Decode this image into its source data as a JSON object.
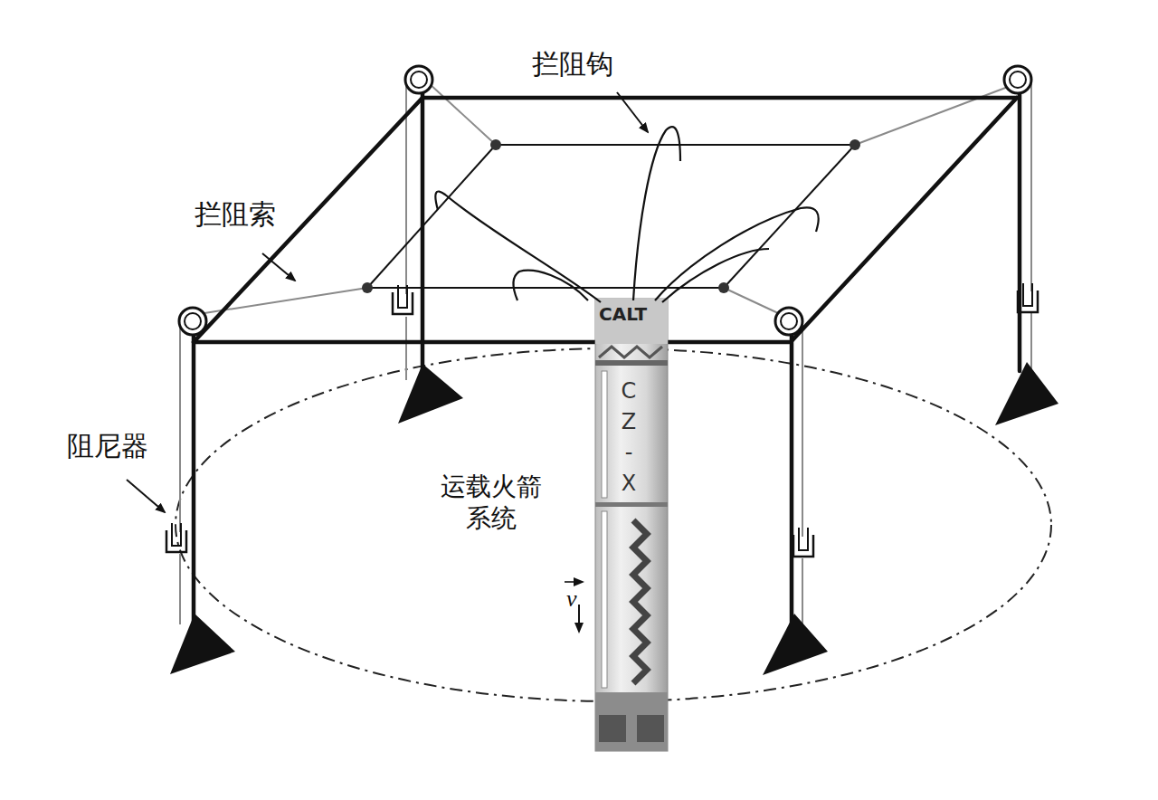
{
  "diagram": {
    "labels": [
      "拦阻钩",
      "拦阻索",
      "阻尼器",
      "CALT",
      "CZ-X",
      "运载火箭 系统",
      "v"
    ]
  }
}
